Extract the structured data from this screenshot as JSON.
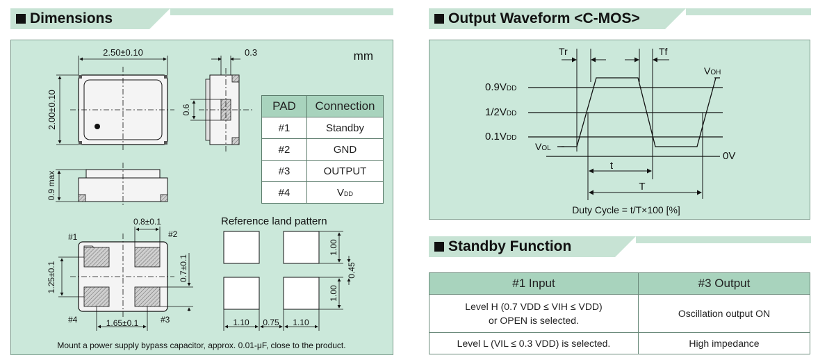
{
  "dimensions": {
    "header": "Dimensions",
    "unit": "mm",
    "width_label": "2.50±0.10",
    "height_label": "2.00±0.10",
    "side_label": "0.3",
    "side_pad_label": "0.6",
    "max_label": "0.9 max",
    "pad_width_label": "0.8±0.1",
    "pad_pitch_v_label": "1.25±0.1",
    "pad_height_label": "0.7±0.1",
    "pad_pitch_h_label": "1.65±0.1",
    "pin1": "#1",
    "pin2": "#2",
    "pin3": "#3",
    "pin4": "#4",
    "land_title": "Reference land pattern",
    "land_h1": "1.00",
    "land_h2": "1.00",
    "land_gap_v": "0.45",
    "land_w1": "1.10",
    "land_gap_h": "0.75",
    "land_w2": "1.10",
    "note": "Mount a power supply bypass capacitor, approx. 0.01-μF, close to the product.",
    "pad_table": {
      "col1": "PAD",
      "col2": "Connection",
      "rows": [
        {
          "pad": "#1",
          "conn": "Standby"
        },
        {
          "pad": "#2",
          "conn": "GND"
        },
        {
          "pad": "#3",
          "conn": "OUTPUT"
        },
        {
          "pad": "#4",
          "conn": "V",
          "sub": "DD"
        }
      ]
    }
  },
  "waveform": {
    "header": "Output Waveform <C-MOS>",
    "tr": "Tr",
    "tf": "Tf",
    "voh": "V",
    "voh_sub": "OH",
    "vol": "V",
    "vol_sub": "OL",
    "l09": "0.9V",
    "l09_sub": "DD",
    "l05": "1/2V",
    "l05_sub": "DD",
    "l01": "0.1V",
    "l01_sub": "DD",
    "zero": "0V",
    "t": "t",
    "T": "T",
    "duty": "Duty Cycle = t/T×100 [%]"
  },
  "standby": {
    "header": "Standby Function",
    "col1": "#1 Input",
    "col2": "#3 Output",
    "row1_in_a": "Level H (0.7 VDD ≤ VIH ≤ VDD)",
    "row1_in_b": "or OPEN is selected.",
    "row1_out": "Oscillation output ON",
    "row2_in": "Level L (VIL ≤ 0.3 VDD) is selected.",
    "row2_out": "High impedance"
  }
}
